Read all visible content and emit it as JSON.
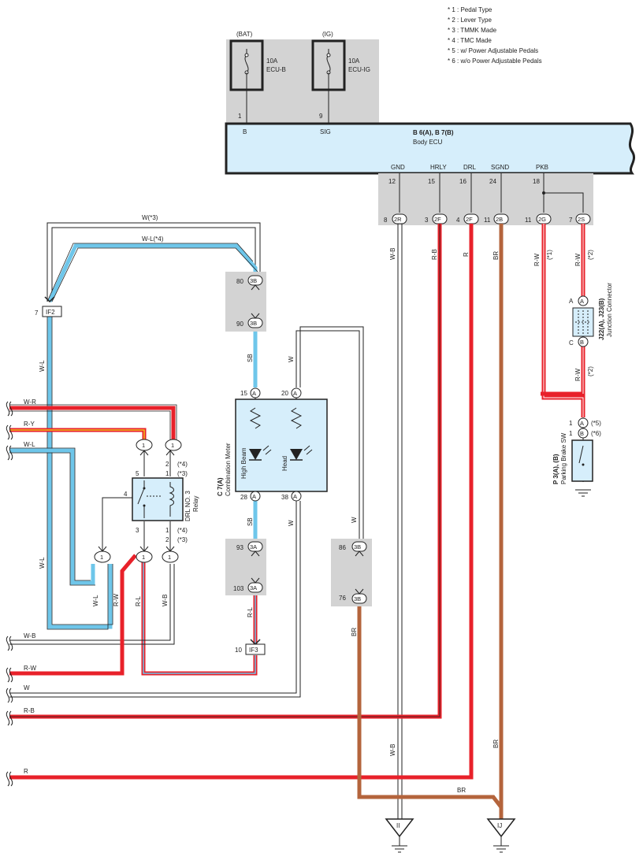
{
  "notes": [
    "* 1 : Pedal Type",
    "* 2 : Lever Type",
    "* 3 : TMMK Made",
    "* 4 : TMC Made",
    "* 5 : w/ Power Adjustable Pedals",
    "* 6 : w/o Power Adjustable Pedals"
  ],
  "fuses": {
    "bat": {
      "supply": "(BAT)",
      "rating": "10A",
      "name": "ECU-B",
      "pin": "1",
      "terminal": "B"
    },
    "ig": {
      "supply": "(IG)",
      "rating": "10A",
      "name": "ECU-IG",
      "pin": "9",
      "terminal": "SIG"
    }
  },
  "body_ecu": {
    "code": "B 6(A), B 7(B)",
    "name": "Body ECU",
    "terminals": [
      {
        "name": "GND",
        "pin": "12",
        "jpin": "8",
        "jconn": "2R",
        "wire": "W-B"
      },
      {
        "name": "HRLY",
        "pin": "15",
        "jpin": "3",
        "jconn": "2F",
        "wire": "R-B"
      },
      {
        "name": "DRL",
        "pin": "16",
        "jpin": "4",
        "jconn": "2F",
        "wire": "R"
      },
      {
        "name": "SGND",
        "pin": "24",
        "jpin": "11",
        "jconn": "2B",
        "wire": "BR"
      },
      {
        "name": "PKB",
        "pin": "18",
        "jpin": "11",
        "jconn": "2G",
        "wire": "R-W",
        "note": "(*1)"
      },
      {
        "name": "",
        "pin": "",
        "jpin": "7",
        "jconn": "2S",
        "wire": "R-W",
        "note": "(*2)"
      }
    ]
  },
  "junction_connector": {
    "code": "J22(A), J23(B)",
    "name": "Junction Connector",
    "pin_a": "A",
    "pin_c": "C",
    "pin_b": "B",
    "wire": "R-W",
    "note": "(*2)"
  },
  "parking_brake": {
    "code": "P 3(A), (B)",
    "name": "Parking Brake SW",
    "pin_a": "1",
    "pin_a_conn": "A",
    "pin_a_note": "(*5)",
    "pin_b": "1",
    "pin_b_conn": "B",
    "pin_b_note": "(*6)"
  },
  "meter": {
    "code": "C 7(A)",
    "name": "Combination Meter",
    "lamp1": "High Beam",
    "lamp2": "Head",
    "pin15": "15",
    "pin20": "20",
    "pin28": "28",
    "pin38": "38",
    "conn": "A",
    "wire_in1": "SB",
    "wire_in2": "W",
    "wire_out1": "SB",
    "wire_out2": "W"
  },
  "relay": {
    "name": "DRL NO. 3",
    "type": "Relay",
    "pin5": "5",
    "pin4": "4",
    "pin3": "3",
    "pin2": "2",
    "pin1": "1",
    "pin1b": "1",
    "pin2b": "2",
    "note4": "(*4)",
    "note3": "(*3)",
    "connector": "1"
  },
  "connectors": {
    "c3b_top": "80",
    "c3b_bot": "90",
    "c3b": "3B",
    "c3a_top": "93",
    "c3a_bot": "103",
    "c3a": "3A",
    "c3b2_top": "86",
    "c3b2_bot": "76",
    "if2_pin": "7",
    "if2": "IF2",
    "if3_pin": "10",
    "if3": "IF3"
  },
  "wires": {
    "w3": "W(*3)",
    "wl4": "W-L(*4)",
    "wl": "W-L",
    "wr": "W-R",
    "ry": "R-Y",
    "wb": "W-B",
    "rw": "R-W",
    "w": "W",
    "rb": "R-B",
    "r": "R",
    "sb": "SB",
    "rl": "R-L",
    "br": "BR"
  },
  "grounds": {
    "g1": "II",
    "g2": "IJ"
  },
  "colors": {
    "red": "#e8212a",
    "blue": "#6ec6ea",
    "yellow": "#f0c020",
    "brown": "#b4643c",
    "gray": "#d3d3d3",
    "panel": "#d6eefb"
  }
}
